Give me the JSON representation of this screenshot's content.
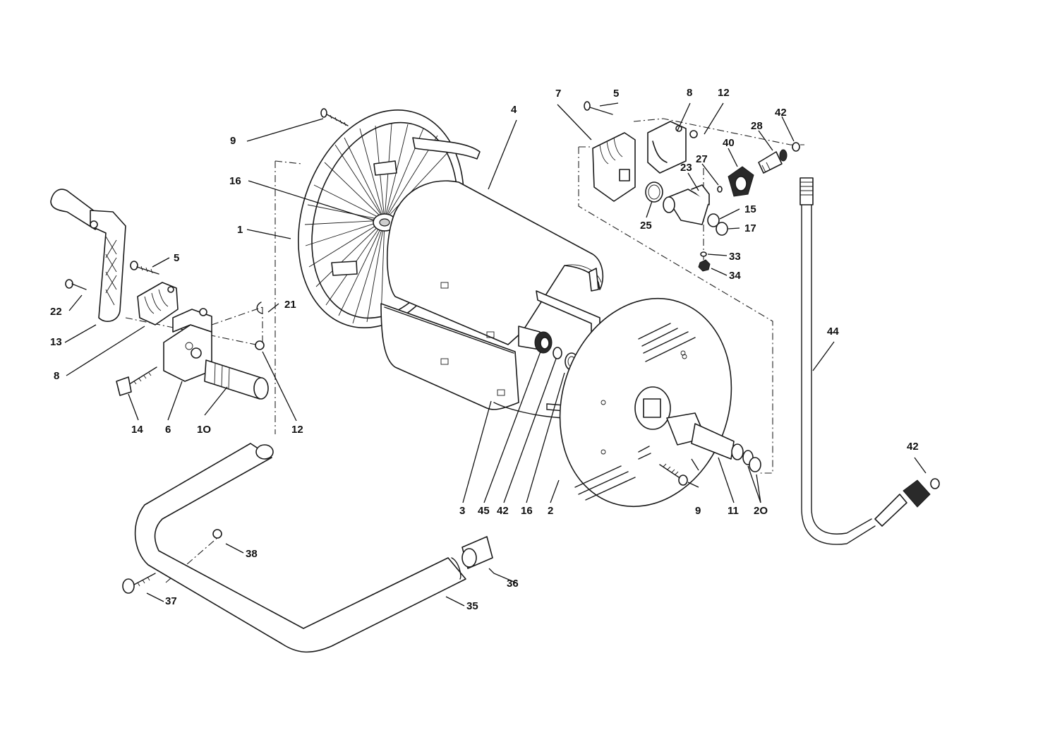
{
  "diagram": {
    "callouts": [
      {
        "id": "c9a",
        "label": "9"
      },
      {
        "id": "c16a",
        "label": "16"
      },
      {
        "id": "c1",
        "label": "1"
      },
      {
        "id": "c4",
        "label": "4"
      },
      {
        "id": "c5a",
        "label": "5"
      },
      {
        "id": "c22",
        "label": "22"
      },
      {
        "id": "c13",
        "label": "13"
      },
      {
        "id": "c8a",
        "label": "8"
      },
      {
        "id": "c21",
        "label": "21"
      },
      {
        "id": "c14",
        "label": "14"
      },
      {
        "id": "c6",
        "label": "6"
      },
      {
        "id": "c10",
        "label": "1O"
      },
      {
        "id": "c12a",
        "label": "12"
      },
      {
        "id": "c7",
        "label": "7"
      },
      {
        "id": "c5b",
        "label": "5"
      },
      {
        "id": "c8b",
        "label": "8"
      },
      {
        "id": "c12b",
        "label": "12"
      },
      {
        "id": "c42a",
        "label": "42"
      },
      {
        "id": "c28",
        "label": "28"
      },
      {
        "id": "c40",
        "label": "40"
      },
      {
        "id": "c27",
        "label": "27"
      },
      {
        "id": "c23",
        "label": "23"
      },
      {
        "id": "c25",
        "label": "25"
      },
      {
        "id": "c15",
        "label": "15"
      },
      {
        "id": "c17",
        "label": "17"
      },
      {
        "id": "c33",
        "label": "33"
      },
      {
        "id": "c34",
        "label": "34"
      },
      {
        "id": "c44",
        "label": "44"
      },
      {
        "id": "c42b",
        "label": "42"
      },
      {
        "id": "c3",
        "label": "3"
      },
      {
        "id": "c45",
        "label": "45"
      },
      {
        "id": "c42c",
        "label": "42"
      },
      {
        "id": "c16b",
        "label": "16"
      },
      {
        "id": "c2",
        "label": "2"
      },
      {
        "id": "c9b",
        "label": "9"
      },
      {
        "id": "c11",
        "label": "11"
      },
      {
        "id": "c20",
        "label": "2O"
      },
      {
        "id": "c38",
        "label": "38"
      },
      {
        "id": "c36",
        "label": "36"
      },
      {
        "id": "c37",
        "label": "37"
      },
      {
        "id": "c35",
        "label": "35"
      }
    ]
  }
}
